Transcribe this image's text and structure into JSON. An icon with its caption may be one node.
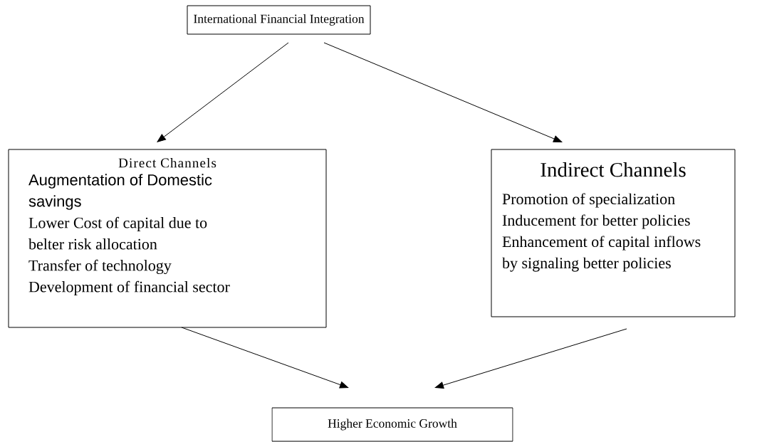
{
  "diagram": {
    "nodes": [
      {
        "text": [
          "International Financial Integration"
        ]
      },
      {
        "text": [
          "Direct Channels",
          "Augmentation of Domestic savings",
          "Lower Cost of capital due to belter risk allocation",
          "Transfer of technology",
          "Development of financial sector"
        ]
      },
      {
        "text": [
          "Indirect Channels",
          "Promotion of specialization",
          "Inducement for better policies",
          "Enhancement of capital inflows by signaling better policies"
        ]
      },
      {
        "text": [
          "Higher Economic Growth"
        ]
      }
    ],
    "edges": [
      {
        "from": 0,
        "to": 1,
        "arrow": "to"
      },
      {
        "from": 0,
        "to": 2,
        "arrow": "to"
      },
      {
        "from": 1,
        "to": 3,
        "arrow": "to"
      },
      {
        "from": 2,
        "to": 3,
        "arrow": "to"
      }
    ]
  }
}
